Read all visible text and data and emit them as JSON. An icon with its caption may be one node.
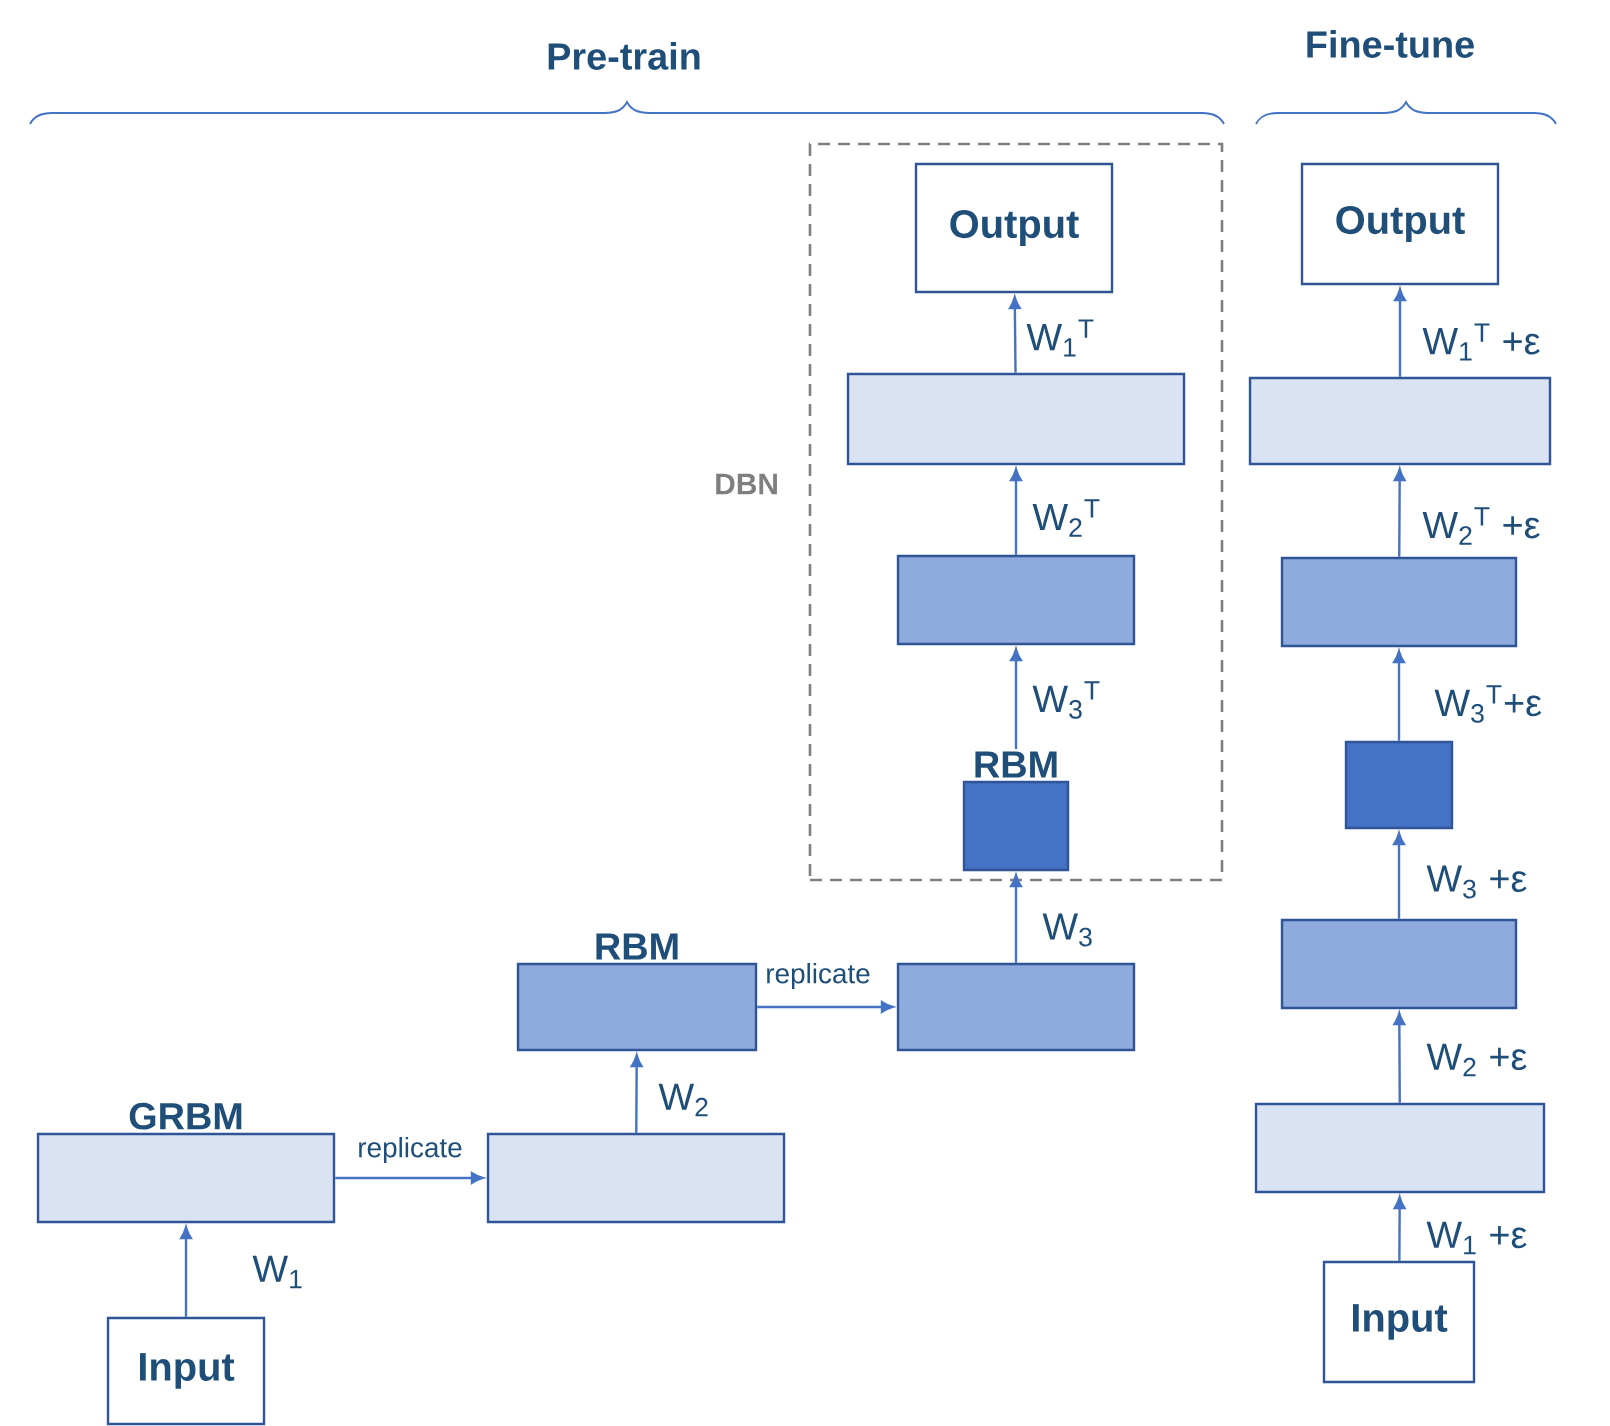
{
  "diagram": {
    "nodes": [
      {
        "text": [
          "GRBM"
        ]
      },
      {
        "text": [],
        "shape": "box"
      },
      {
        "text": [
          "RBM"
        ]
      },
      {
        "text": [],
        "shape": "box"
      },
      {
        "text": [
          "DBN"
        ]
      },
      {
        "text": [
          "RBM"
        ],
        "in": 4
      },
      {
        "text": [],
        "shape": "box",
        "in": 4
      },
      {
        "text": [],
        "shape": "box",
        "in": 4
      },
      {
        "text": [
          "Output"
        ],
        "in": 4
      },
      {
        "text": [
          "Input"
        ]
      },
      {
        "text": [
          "Input"
        ]
      },
      {
        "text": [],
        "shape": "box"
      },
      {
        "text": [],
        "shape": "box"
      },
      {
        "text": [],
        "shape": "box"
      },
      {
        "text": [],
        "shape": "box"
      },
      {
        "text": [],
        "shape": "box"
      },
      {
        "text": [
          "Output"
        ]
      }
    ],
    "edges": [
      {
        "from": 9,
        "to": 0,
        "arrow": "to",
        "label": "W$_{1}$"
      },
      {
        "from": 0,
        "to": 1,
        "arrow": "to",
        "label": "replicate"
      },
      {
        "from": 1,
        "to": 2,
        "arrow": "to",
        "label": "W$_{2}$"
      },
      {
        "from": 2,
        "to": 3,
        "arrow": "to",
        "label": "replicate"
      },
      {
        "from": 3,
        "to": 5,
        "arrow": "to",
        "label": "W$_{3}$"
      },
      {
        "from": 5,
        "to": 7,
        "arrow": "to",
        "label": "W$_{3}$$^{T}$"
      },
      {
        "from": 7,
        "to": 6,
        "arrow": "to",
        "label": "W$_{2}$$^{T}$"
      },
      {
        "from": 6,
        "to": 8,
        "arrow": "to",
        "label": "W$_{1}$$^{T}$"
      },
      {
        "from": 10,
        "to": 15,
        "arrow": "to",
        "label": "W$_{1}$ +ε"
      },
      {
        "from": 15,
        "to": 14,
        "arrow": "to",
        "label": "W$_{2}$ +ε"
      },
      {
        "from": 14,
        "to": 13,
        "arrow": "to",
        "label": "W$_{3}$ +ε"
      },
      {
        "from": 13,
        "to": 12,
        "arrow": "to",
        "label": "W$_{3}$$^{T}$+ε"
      },
      {
        "from": 12,
        "to": 11,
        "arrow": "to",
        "label": "W$_{2}$$^{T}$ +ε"
      },
      {
        "from": 11,
        "to": 16,
        "arrow": "to",
        "label": "W$_{1}$$^{T}$ +ε"
      }
    ],
    "labels": [
      "Pre-train",
      "Fine-tune"
    ]
  }
}
